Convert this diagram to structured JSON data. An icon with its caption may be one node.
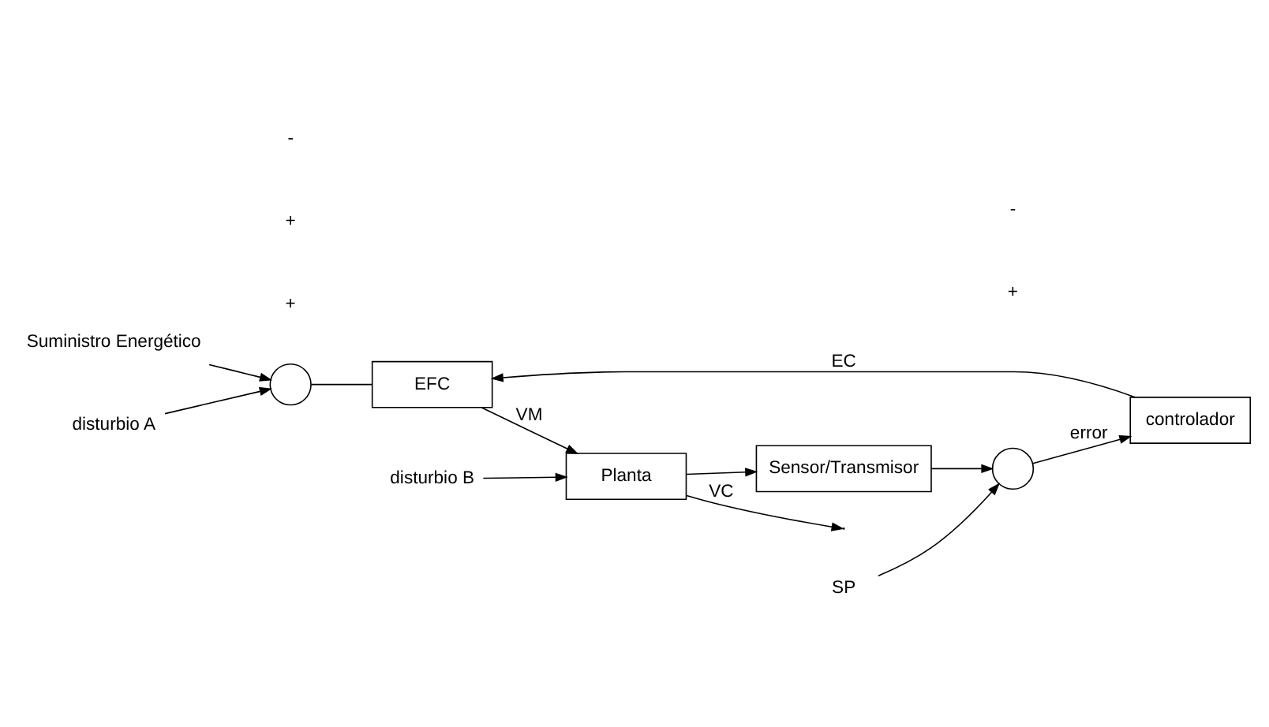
{
  "diagram": {
    "nodes": [
      {
        "text": [
          "Suministro Energético"
        ]
      },
      {
        "text": [],
        "shape": "circle"
      },
      {
        "text": [
          "disturbio A"
        ]
      },
      {
        "text": [
          "disturbio B"
        ]
      },
      {
        "text": [
          "SP"
        ]
      },
      {
        "text": [],
        "shape": "circle"
      },
      {
        "text": [
          "controlador"
        ]
      },
      {
        "text": [
          "EFC"
        ]
      },
      {
        "text": [
          "Planta"
        ]
      },
      {
        "text": [
          "Sensor/Transmisor"
        ]
      }
    ],
    "edges": [
      {
        "from": 0,
        "to": 1,
        "arrow": "to"
      },
      {
        "from": 2,
        "to": 1,
        "arrow": "to"
      },
      {
        "from": 1,
        "to": 7,
        "arrow": "none"
      },
      {
        "from": 3,
        "to": 8,
        "arrow": "to"
      },
      {
        "from": 4,
        "to": 5,
        "arrow": "to"
      },
      {
        "from": 5,
        "to": 6,
        "label": "error",
        "arrow": "to"
      },
      {
        "from": 6,
        "to": 7,
        "label": "EC",
        "arrow": "to"
      },
      {
        "from": 7,
        "to": 8,
        "label": "VM",
        "arrow": "to"
      },
      {
        "from": 8,
        "to": null,
        "label": "VC",
        "arrow": "to"
      },
      {
        "from": 8,
        "to": 9,
        "arrow": "to"
      },
      {
        "from": 9,
        "to": 5,
        "arrow": "to"
      }
    ],
    "labels": [
      "+",
      "+",
      "-",
      "+",
      "-"
    ]
  }
}
